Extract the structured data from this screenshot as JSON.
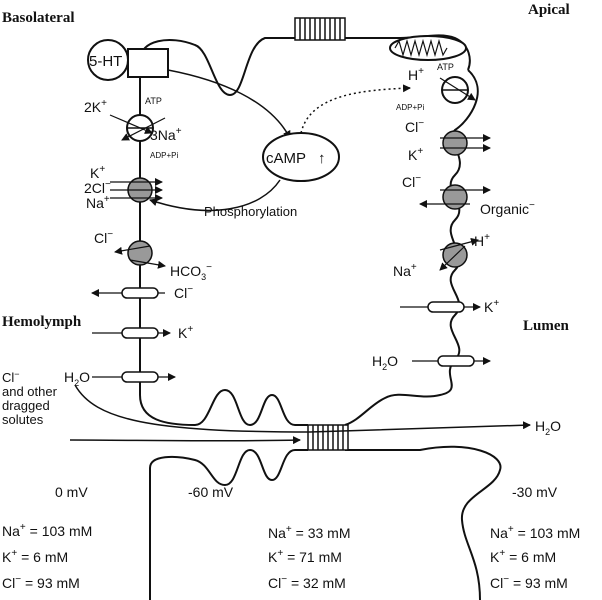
{
  "labels": {
    "basolateral": "Basolateral",
    "apical": "Apical",
    "hemolymph": "Hemolymph",
    "lumen": "Lumen",
    "serotonin": "5-HT",
    "camp": "cAMP",
    "phosphorylation": "Phosphorylation"
  },
  "basolateral_transport": {
    "k2": "2K",
    "atp": "ATP",
    "na3": "3Na",
    "adp": "ADP+Pi",
    "k": "K",
    "cl2": "2Cl",
    "na": "Na",
    "cl_exch": "Cl",
    "hco3": "HCO",
    "cl_channel": "Cl",
    "k_channel": "K",
    "water": "H",
    "water_o": "O"
  },
  "apical_transport": {
    "h": "H",
    "atp": "ATP",
    "adp": "ADP+Pi",
    "cl1": "Cl",
    "k1": "K",
    "cl2": "Cl",
    "organic": "Organic",
    "h2": "H",
    "na": "Na",
    "k_channel": "K",
    "water": "H",
    "water_o": "O"
  },
  "paracellular": {
    "line1": "Cl",
    "line2": "and other",
    "line3": "dragged",
    "line4": "solutes",
    "water": "H",
    "water_o": "O"
  },
  "potentials": {
    "hemolymph": "0 mV",
    "cell": "-60 mV",
    "lumen": "-30 mV"
  },
  "concentrations": {
    "hemolymph": {
      "na": "Na",
      "na_val": " = 103 mM",
      "k": "K",
      "k_val": " = 6 mM",
      "cl": "Cl",
      "cl_val": " = 93 mM"
    },
    "cell": {
      "na": "Na",
      "na_val": " = 33 mM",
      "k": "K",
      "k_val": " = 71 mM",
      "cl": "Cl",
      "cl_val": " = 32 mM"
    },
    "lumen": {
      "na": "Na",
      "na_val": " = 103 mM",
      "k": "K",
      "k_val": " = 6 mM",
      "cl": "Cl",
      "cl_val": " = 93 mM"
    }
  },
  "charges": {
    "plus": "+",
    "minus": "−",
    "two": "2",
    "three": "3",
    "up": "↑"
  }
}
